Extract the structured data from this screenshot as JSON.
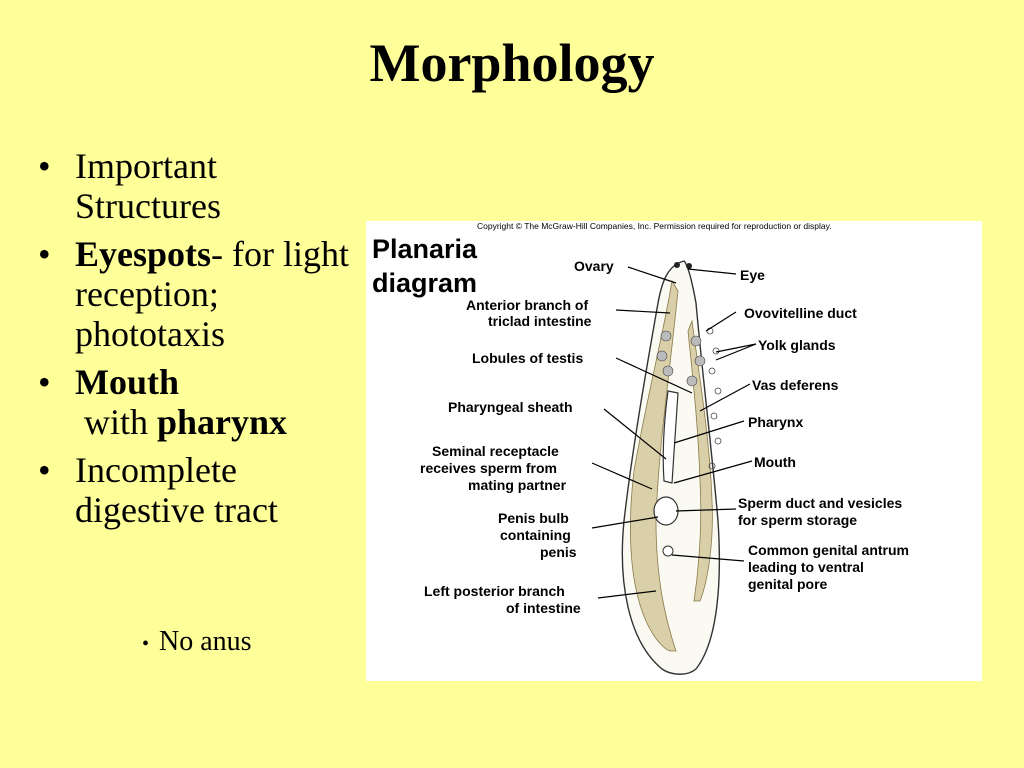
{
  "slide": {
    "title": "Morphology",
    "bullets": [
      {
        "text": "Important Structures"
      },
      {
        "bold": "Eyespots",
        "rest": "- for light reception; phototaxis"
      },
      {
        "bold": "Mouth",
        "rest": " with ",
        "bold2": "pharynx"
      },
      {
        "text": "Incomplete digestive tract"
      }
    ],
    "sub_bullet": "No anus",
    "bullet_glyph": "•"
  },
  "figure": {
    "copyright": "Copyright © The McGraw-Hill Companies, Inc. Permission required for reproduction or display.",
    "heading_line1": "Planaria",
    "heading_line2": "diagram",
    "labels_left": {
      "ovary": "Ovary",
      "anterior_1": "Anterior branch of",
      "anterior_2": "triclad intestine",
      "lobules": "Lobules of testis",
      "pharyngeal_sheath": "Pharyngeal sheath",
      "seminal_1": "Seminal receptacle",
      "seminal_2": "receives sperm from",
      "seminal_3": "mating partner",
      "penis_1": "Penis bulb",
      "penis_2": "containing",
      "penis_3": "penis",
      "posterior_1": "Left posterior branch",
      "posterior_2": "of intestine"
    },
    "labels_right": {
      "eye": "Eye",
      "ovovitelline": "Ovovitelline duct",
      "yolk": "Yolk glands",
      "vas": "Vas deferens",
      "pharynx": "Pharynx",
      "mouth": "Mouth",
      "sperm_1": "Sperm duct and vesicles",
      "sperm_2": "for sperm storage",
      "genital_1": "Common genital antrum",
      "genital_2": "leading to ventral",
      "genital_3": "genital pore"
    }
  }
}
